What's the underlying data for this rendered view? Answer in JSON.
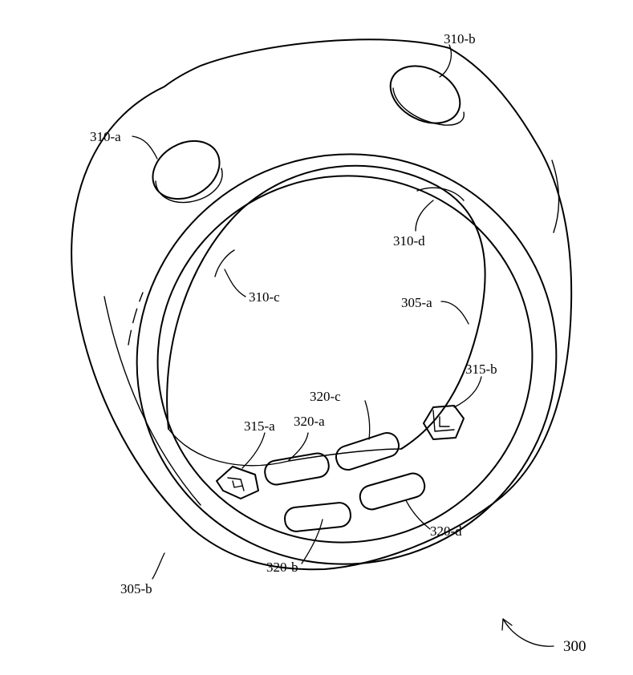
{
  "labels": {
    "l310a": "310-a",
    "l310b": "310-b",
    "l310c": "310-c",
    "l310d": "310-d",
    "l305a": "305-a",
    "l305b": "305-b",
    "l315a": "315-a",
    "l315b": "315-b",
    "l320a": "320-a",
    "l320b": "320-b",
    "l320c": "320-c",
    "l320d": "320-d",
    "l300": "300"
  }
}
